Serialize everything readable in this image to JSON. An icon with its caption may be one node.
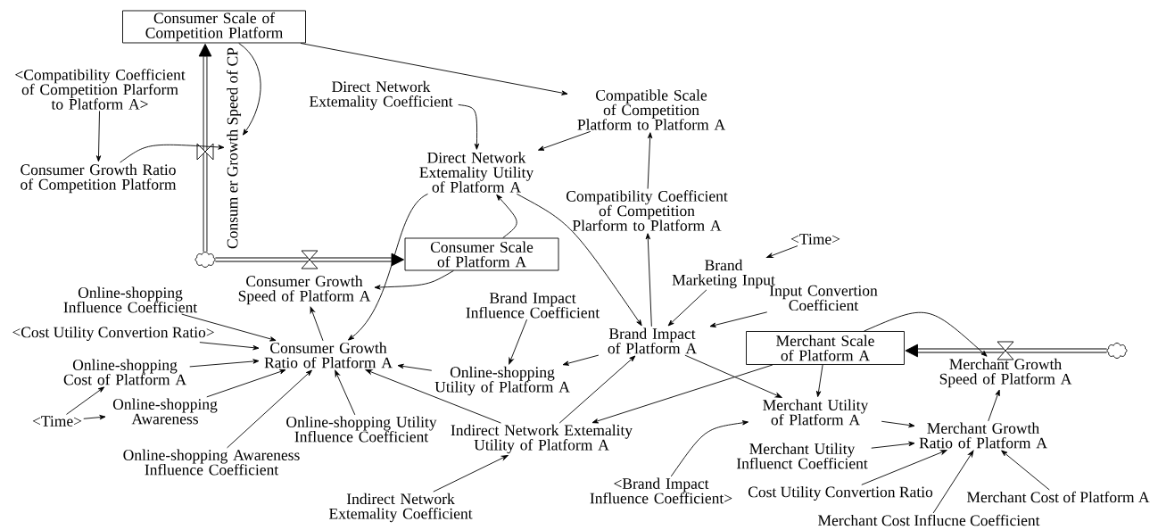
{
  "diagram": {
    "nodes": [
      {
        "text": [
          "Consumer Scale of Competition Platform"
        ]
      },
      {
        "text": [
          "<Compatibility Coefficient of Competition Plarform to Platform A>"
        ]
      },
      {
        "text": [
          "Consumer Growth Ratio of Competition Platform"
        ]
      },
      {
        "text": [
          "Consum er Growth Speed of CP"
        ]
      },
      {
        "text": [],
        "shape": "cloud"
      },
      {
        "text": [
          "Direct Network Extemality Coefficient"
        ]
      },
      {
        "text": [
          "Compatible Scale of Competition Platform to Platform A"
        ]
      },
      {
        "text": [
          "Direct Network Extemality Utility of Platform A"
        ]
      },
      {
        "text": [
          "Compatibility Coefficient of Competition Plarform to Platform A"
        ]
      },
      {
        "text": [
          "Consumer Scale of Platform A"
        ]
      },
      {
        "text": [
          "Consumer Growth Speed of Platform A"
        ]
      },
      {
        "text": [
          "Online-shopping Influence Coefficient"
        ]
      },
      {
        "text": [
          "<Cost Utility Convertion Ratio>"
        ]
      },
      {
        "text": [
          "Consumer Growth Ratio of Platform A"
        ]
      },
      {
        "text": [
          "Online-shopping Cost of Platform A"
        ]
      },
      {
        "text": [
          "<Time>"
        ]
      },
      {
        "text": [
          "Online-shopping Awareness"
        ]
      },
      {
        "text": [
          "Online-shopping Utility Influence Coefficient"
        ]
      },
      {
        "text": [
          "Online-shopping Awareness Influence Coefficient"
        ]
      },
      {
        "text": [
          "Brand Impact Influence Coefficient"
        ]
      },
      {
        "text": [
          "Online-shopping Utility of Platform A"
        ]
      },
      {
        "text": [
          "Brand Impact of Platform A"
        ]
      },
      {
        "text": [
          "<Time>"
        ]
      },
      {
        "text": [
          "Brand Marketing Input"
        ]
      },
      {
        "text": [
          "Input Convertion Coefficient"
        ]
      },
      {
        "text": [
          "Merchant Scale of Platform A"
        ]
      },
      {
        "text": [
          "Merchant Growth Speed of Platform A"
        ]
      },
      {
        "text": [],
        "shape": "cloud"
      },
      {
        "text": [
          "Indirect Network Extemality Utility of Platform A"
        ]
      },
      {
        "text": [
          "Merchant Utility of Platform A"
        ]
      },
      {
        "text": [
          "Merchant Growth Ratio of Platform A"
        ]
      },
      {
        "text": [
          "Merchant Utility Influenct Coefficient"
        ]
      },
      {
        "text": [
          "Indirect Network Extemality Coefficient"
        ]
      },
      {
        "text": [
          "<Brand Impact Influence Coefficient>"
        ]
      },
      {
        "text": [
          "Cost Utility Convertion Ratio"
        ]
      },
      {
        "text": [
          "Merchant Cost of Platform A"
        ]
      },
      {
        "text": [
          "Merchant Cost Influcne Coefficient"
        ]
      }
    ],
    "edges": [
      {
        "from": 4,
        "to": 0,
        "arrow": "to",
        "style": "thick"
      },
      {
        "from": 4,
        "to": 9,
        "arrow": "to",
        "style": "thick"
      },
      {
        "from": 27,
        "to": 25,
        "arrow": "to",
        "style": "thick"
      },
      {
        "from": 0,
        "to": 3,
        "arrow": "to"
      },
      {
        "from": 1,
        "to": 2,
        "arrow": "to"
      },
      {
        "from": 2,
        "to": 3,
        "arrow": "to"
      },
      {
        "from": 0,
        "to": 6,
        "arrow": "to"
      },
      {
        "from": 5,
        "to": 7,
        "arrow": "to"
      },
      {
        "from": 6,
        "to": 7,
        "arrow": "to"
      },
      {
        "from": 8,
        "to": 6,
        "arrow": "to"
      },
      {
        "from": 9,
        "to": 7,
        "arrow": "to"
      },
      {
        "from": 7,
        "to": 13,
        "arrow": "to"
      },
      {
        "from": 9,
        "to": 10,
        "arrow": "to"
      },
      {
        "from": 13,
        "to": 10,
        "arrow": "to"
      },
      {
        "from": 11,
        "to": 13,
        "arrow": "to"
      },
      {
        "from": 12,
        "to": 13,
        "arrow": "to"
      },
      {
        "from": 14,
        "to": 13,
        "arrow": "to"
      },
      {
        "from": 16,
        "to": 13,
        "arrow": "to"
      },
      {
        "from": 18,
        "to": 13,
        "arrow": "to"
      },
      {
        "from": 17,
        "to": 13,
        "arrow": "to"
      },
      {
        "from": 20,
        "to": 13,
        "arrow": "to"
      },
      {
        "from": 28,
        "to": 13,
        "arrow": "to"
      },
      {
        "from": 15,
        "to": 14,
        "arrow": "to"
      },
      {
        "from": 15,
        "to": 16,
        "arrow": "to"
      },
      {
        "from": 7,
        "to": 21,
        "arrow": "to"
      },
      {
        "from": 21,
        "to": 8,
        "arrow": "to"
      },
      {
        "from": 22,
        "to": 23,
        "arrow": "to"
      },
      {
        "from": 23,
        "to": 21,
        "arrow": "to"
      },
      {
        "from": 24,
        "to": 21,
        "arrow": "to"
      },
      {
        "from": 19,
        "to": 20,
        "arrow": "to"
      },
      {
        "from": 21,
        "to": 20,
        "arrow": "to"
      },
      {
        "from": 28,
        "to": 21,
        "arrow": "to"
      },
      {
        "from": 25,
        "to": 28,
        "arrow": "to"
      },
      {
        "from": 21,
        "to": 29,
        "arrow": "to"
      },
      {
        "from": 25,
        "to": 29,
        "arrow": "to"
      },
      {
        "from": 25,
        "to": 26,
        "arrow": "to"
      },
      {
        "from": 29,
        "to": 30,
        "arrow": "to"
      },
      {
        "from": 31,
        "to": 30,
        "arrow": "to"
      },
      {
        "from": 34,
        "to": 30,
        "arrow": "to"
      },
      {
        "from": 36,
        "to": 30,
        "arrow": "to"
      },
      {
        "from": 35,
        "to": 30,
        "arrow": "to"
      },
      {
        "from": 30,
        "to": 26,
        "arrow": "to"
      },
      {
        "from": 33,
        "to": 29,
        "arrow": "to"
      },
      {
        "from": 32,
        "to": 28,
        "arrow": "to"
      }
    ]
  }
}
